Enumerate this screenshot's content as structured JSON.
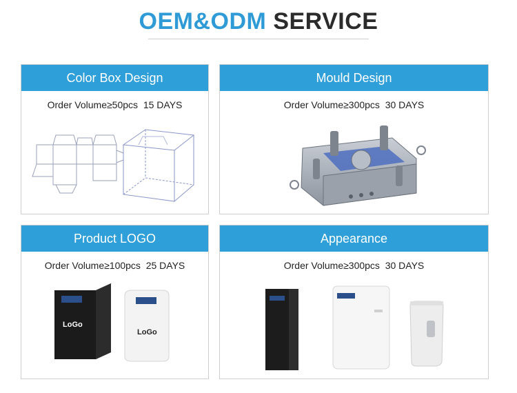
{
  "header": {
    "title_accent": "OEM&ODM",
    "title_rest": "SERVICE"
  },
  "cards": [
    {
      "title": "Color Box Design",
      "order_text": "Order Volume≥50pcs",
      "days": "15 DAYS"
    },
    {
      "title": "Mould Design",
      "order_text": "Order Volume≥300pcs",
      "days": "30 DAYS"
    },
    {
      "title": "Product LOGO",
      "order_text": "Order Volume≥100pcs",
      "days": "25 DAYS",
      "logo_text": "LoGo"
    },
    {
      "title": "Appearance",
      "order_text": "Order Volume≥300pcs",
      "days": "30 DAYS"
    }
  ],
  "colors": {
    "accent": "#2e9fd8",
    "text": "#2b2b2b"
  }
}
